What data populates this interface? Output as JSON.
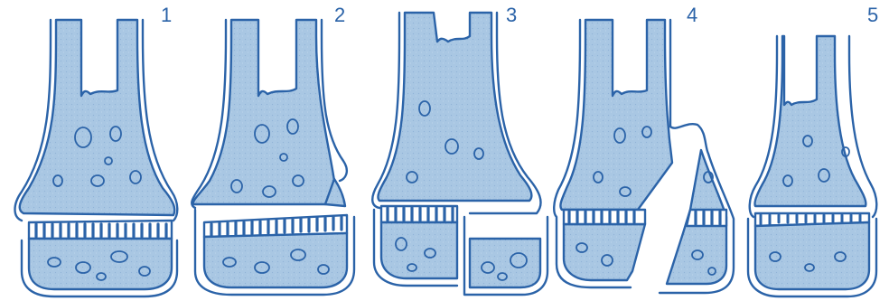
{
  "colors": {
    "bone_fill": "#a9c7e3",
    "bone_fill_light": "#c6dbef",
    "outline": "#2b63a8",
    "background": "#ffffff"
  },
  "panels": [
    {
      "number": "1"
    },
    {
      "number": "2"
    },
    {
      "number": "3"
    },
    {
      "number": "4"
    },
    {
      "number": "5"
    }
  ]
}
